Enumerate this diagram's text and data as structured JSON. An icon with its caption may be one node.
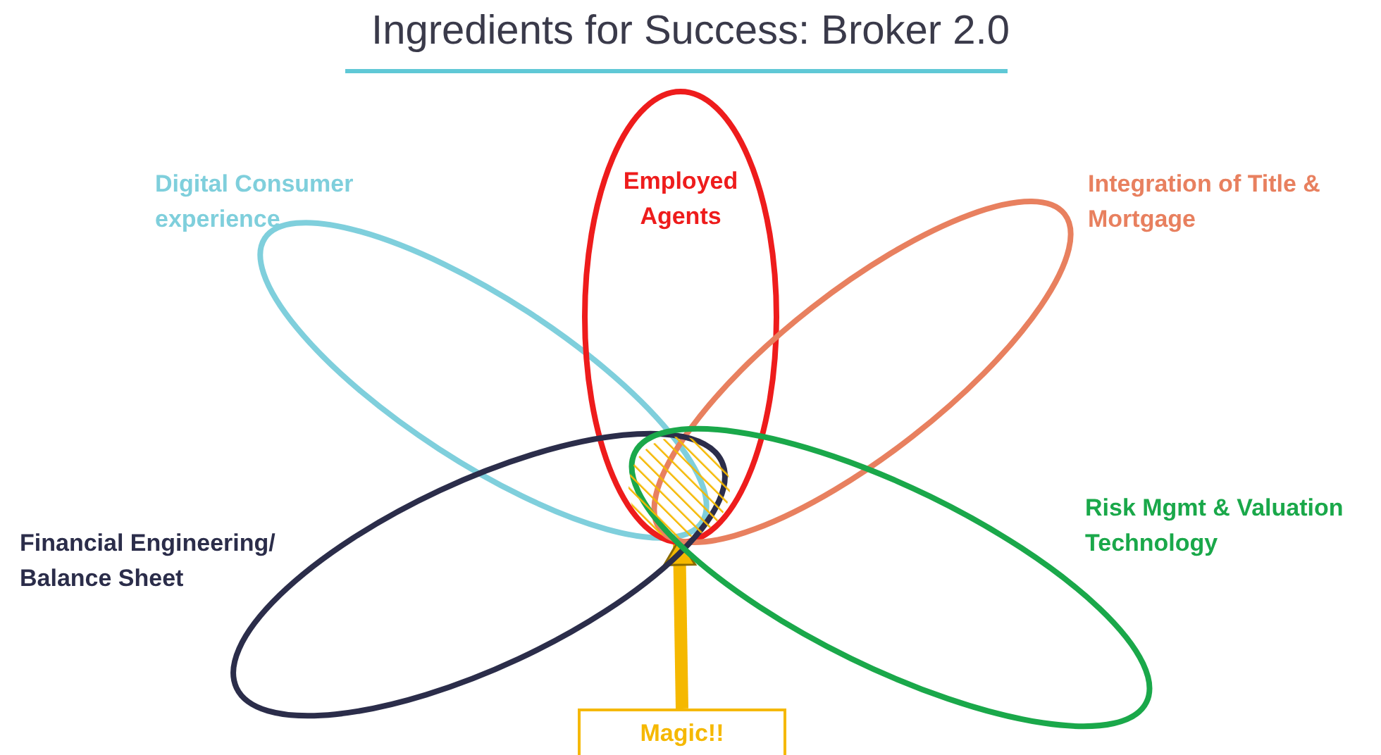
{
  "diagram": {
    "title": "Ingredients for Success: Broker 2.0",
    "nodes": [
      {
        "text": [
          "Digital Consumer experience"
        ]
      },
      {
        "text": [
          "Employed Agents"
        ]
      },
      {
        "text": [
          "Integration of Title & Mortgage"
        ]
      },
      {
        "text": [
          "Financial Engineering/ Balance Sheet"
        ]
      },
      {
        "text": [
          "Risk Mgmt & Valuation Technology"
        ]
      },
      {
        "text": [],
        "shape": "circle"
      },
      {
        "text": [
          "Magic!!"
        ]
      }
    ],
    "edges": [
      {
        "from": 6,
        "to": 5,
        "arrow": "to"
      }
    ]
  }
}
